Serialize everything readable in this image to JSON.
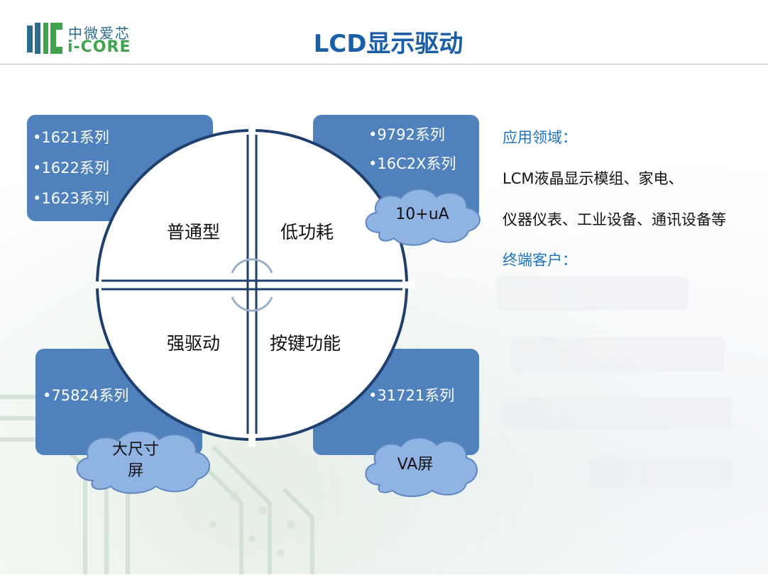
{
  "logo": {
    "cn": "中微爱芯",
    "en": "i-CORE"
  },
  "slide": {
    "title": "LCD显示驱动"
  },
  "quadrants": {
    "top_left": "普通型",
    "top_right": "低功耗",
    "bottom_left": "强驱动",
    "bottom_right": "按键功能"
  },
  "boxes": {
    "top_left": [
      "•1621系列",
      "•1622系列",
      "•1623系列"
    ],
    "top_right": [
      "•9792系列",
      "•16C2X系列"
    ],
    "bottom_left": [
      "•75824系列"
    ],
    "bottom_right": [
      "•31721系列"
    ]
  },
  "clouds": {
    "top_right": "10+uA",
    "bottom_left_line1": "大尺寸",
    "bottom_left_line2": "屏",
    "bottom_right": "VA屏"
  },
  "right_panel": {
    "app_heading": "应用领域：",
    "app_line1": "LCM液晶显示模组、家电、",
    "app_line2": "仪器仪表、工业设备、通讯设备等",
    "customer_heading": "终端客户："
  },
  "colors": {
    "box_blue": "#4f81bd",
    "cloud_blue": "#8fb3e3",
    "title_blue": "#1a5ea8",
    "logo_green": "#3fa34d"
  }
}
